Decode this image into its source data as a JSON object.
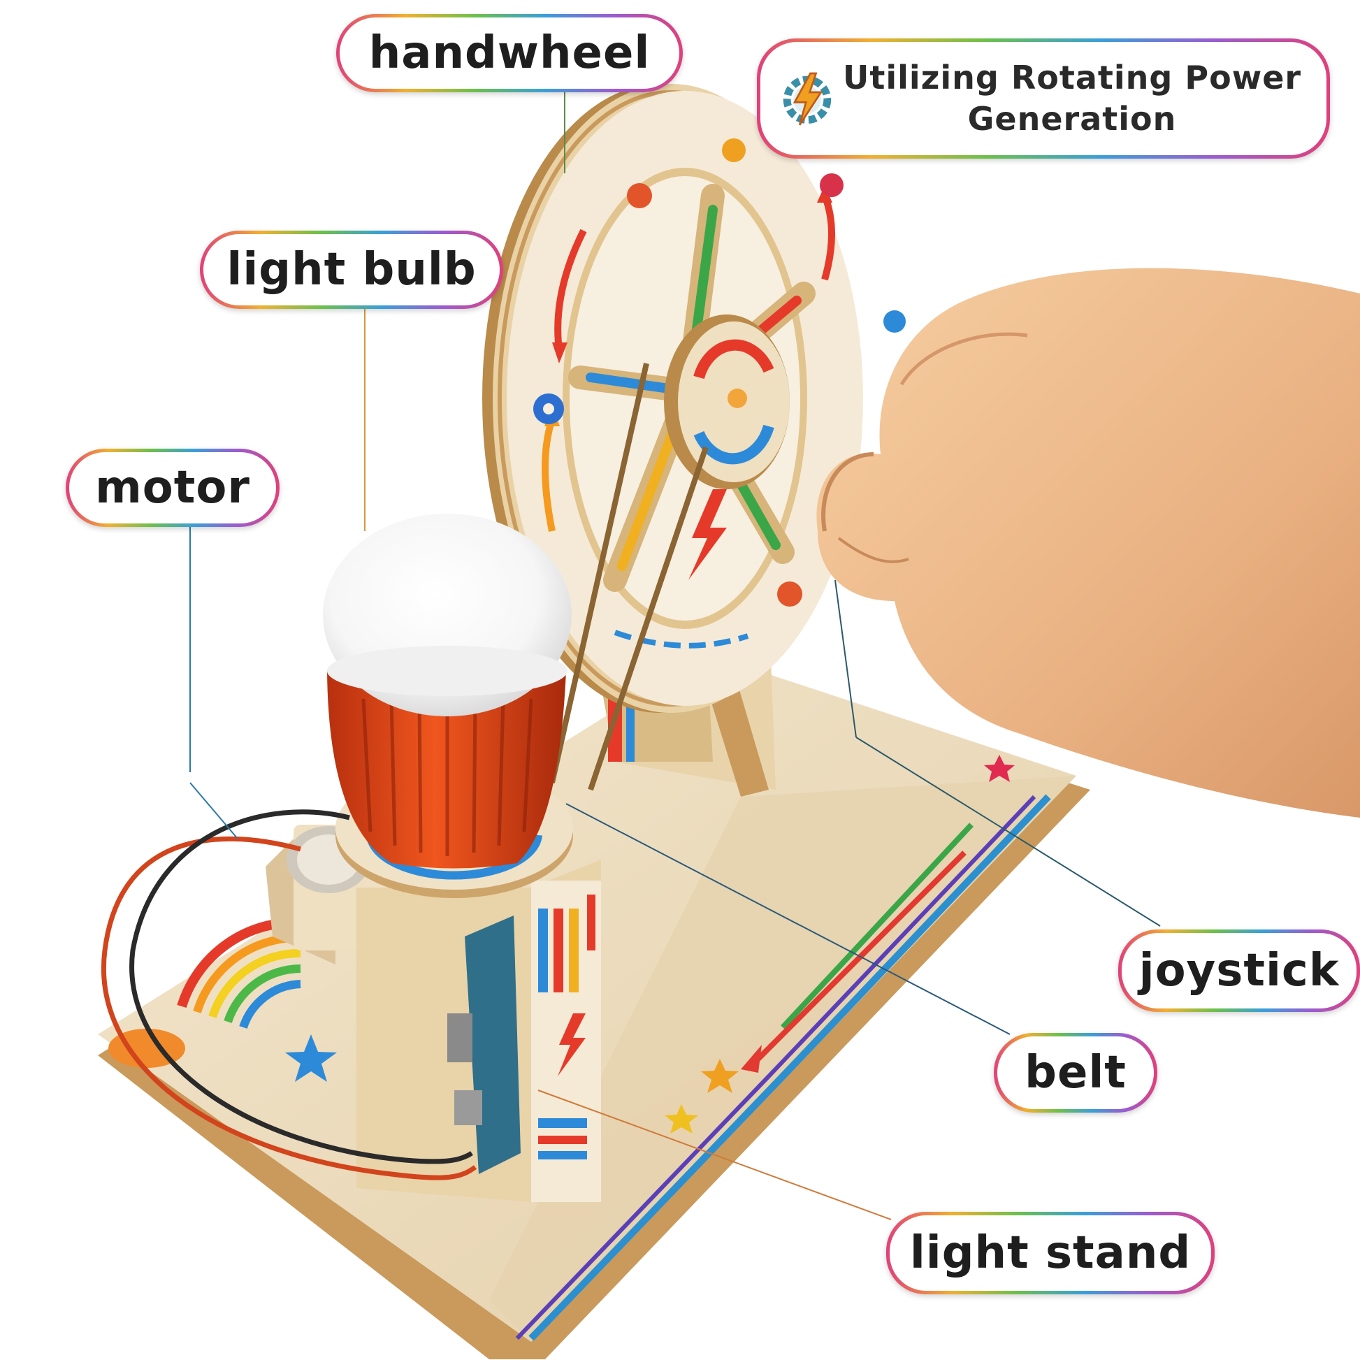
{
  "title_badge": {
    "icon": "gear-lightning-icon",
    "line1": "Utilizing Rotating Power",
    "line2": "Generation"
  },
  "labels": {
    "handwheel": "handwheel",
    "light_bulb": "light bulb",
    "motor": "motor",
    "joystick": "joystick",
    "belt": "belt",
    "light_stand": "light stand"
  },
  "colors": {
    "label_text": "#1e1e1e",
    "bulb_shade": "#e84a1a",
    "wood": "#e9d2a6",
    "wire_red": "#d2441c",
    "wire_black": "#2a2a2a"
  }
}
